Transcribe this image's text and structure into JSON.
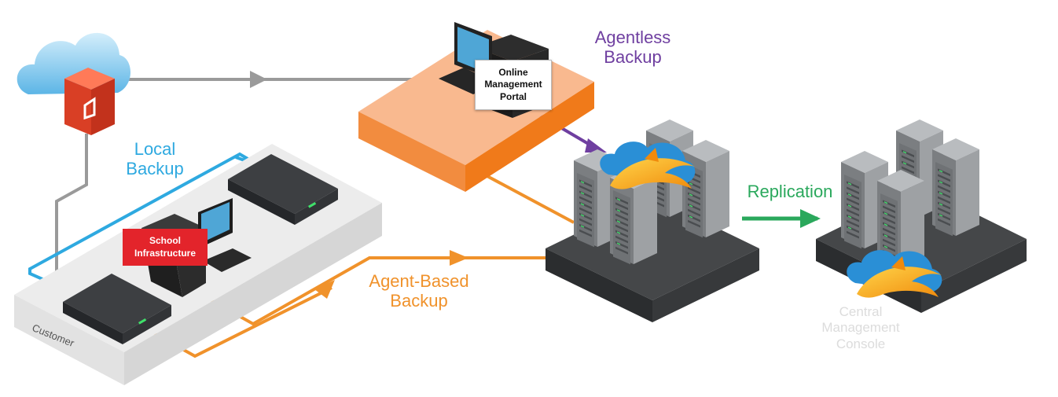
{
  "labels": {
    "local_backup": [
      "Local",
      "Backup"
    ],
    "agentless_backup": [
      "Agentless",
      "Backup"
    ],
    "agent_based_backup": [
      "Agent-Based",
      "Backup"
    ],
    "replication": "Replication",
    "central_console": [
      "Central",
      "Management",
      "Console"
    ],
    "customer": "Customer",
    "portal": [
      "Online",
      "Management",
      "Portal"
    ],
    "school": [
      "School",
      "Infrastructure"
    ]
  },
  "colors": {
    "local": "#2ea9e0",
    "agentless": "#6f3fa0",
    "agent_based": "#f0922b",
    "replication": "#2aa85c",
    "cloud_link": "#9a9a9a",
    "school": "#e3242b",
    "office": "#e8492a",
    "platform_orange": "#f9b98f",
    "server": "#8b8e91"
  },
  "icons": [
    "cloud-icon",
    "office-icon",
    "monitor-icon",
    "keyboard-icon",
    "server-icon",
    "dolphin-icon"
  ]
}
